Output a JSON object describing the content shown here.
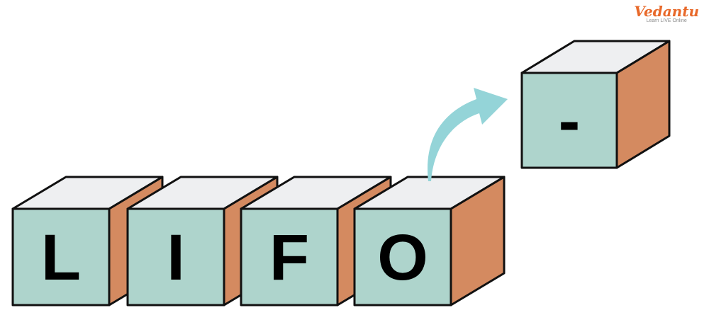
{
  "logo": {
    "brand": "Vedantu",
    "tagline": "Learn LIVE Online"
  },
  "stack_blocks": [
    "L",
    "I",
    "F",
    "O"
  ],
  "popped_block": "-",
  "colors": {
    "front": "#aed4cc",
    "top": "#eeeff1",
    "side": "#d48a60",
    "arrow": "#94d4d8",
    "outline": "#111111"
  }
}
